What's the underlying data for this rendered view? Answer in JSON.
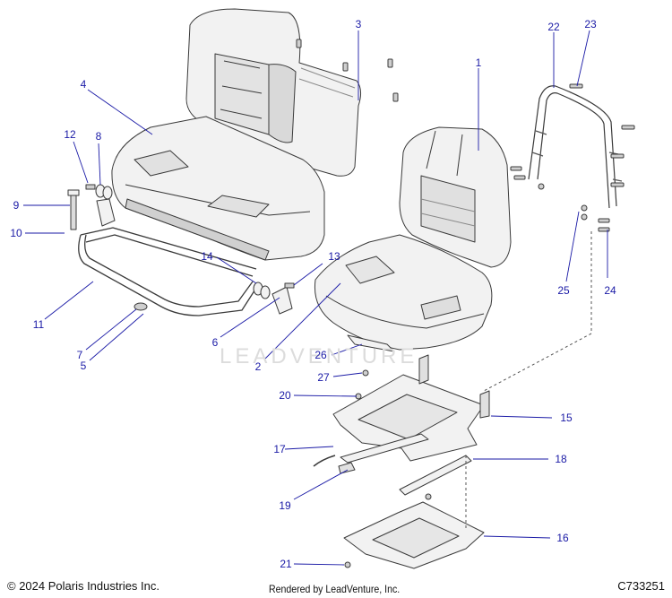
{
  "colors": {
    "callout": "#1a1aa6",
    "line": "#3a3a3a",
    "part_fill": "#f2f2f2",
    "shade": "#d6d6d6"
  },
  "callouts": {
    "c1": "1",
    "c2": "2",
    "c3": "3",
    "c4": "4",
    "c5": "5",
    "c6": "6",
    "c7": "7",
    "c8": "8",
    "c9": "9",
    "c10": "10",
    "c11": "11",
    "c12": "12",
    "c13": "13",
    "c14": "14",
    "c15": "15",
    "c16": "16",
    "c17": "17",
    "c18": "18",
    "c19": "19",
    "c20": "20",
    "c21": "21",
    "c22": "22",
    "c23": "23",
    "c24": "24",
    "c25": "25",
    "c26": "26",
    "c27": "27"
  },
  "footer": {
    "copyright": "© 2024 Polaris Industries Inc.",
    "rendered_by": "Rendered by LeadVenture, Inc.",
    "diagram_code": "C733251"
  },
  "watermark": "LEADVENTURE"
}
